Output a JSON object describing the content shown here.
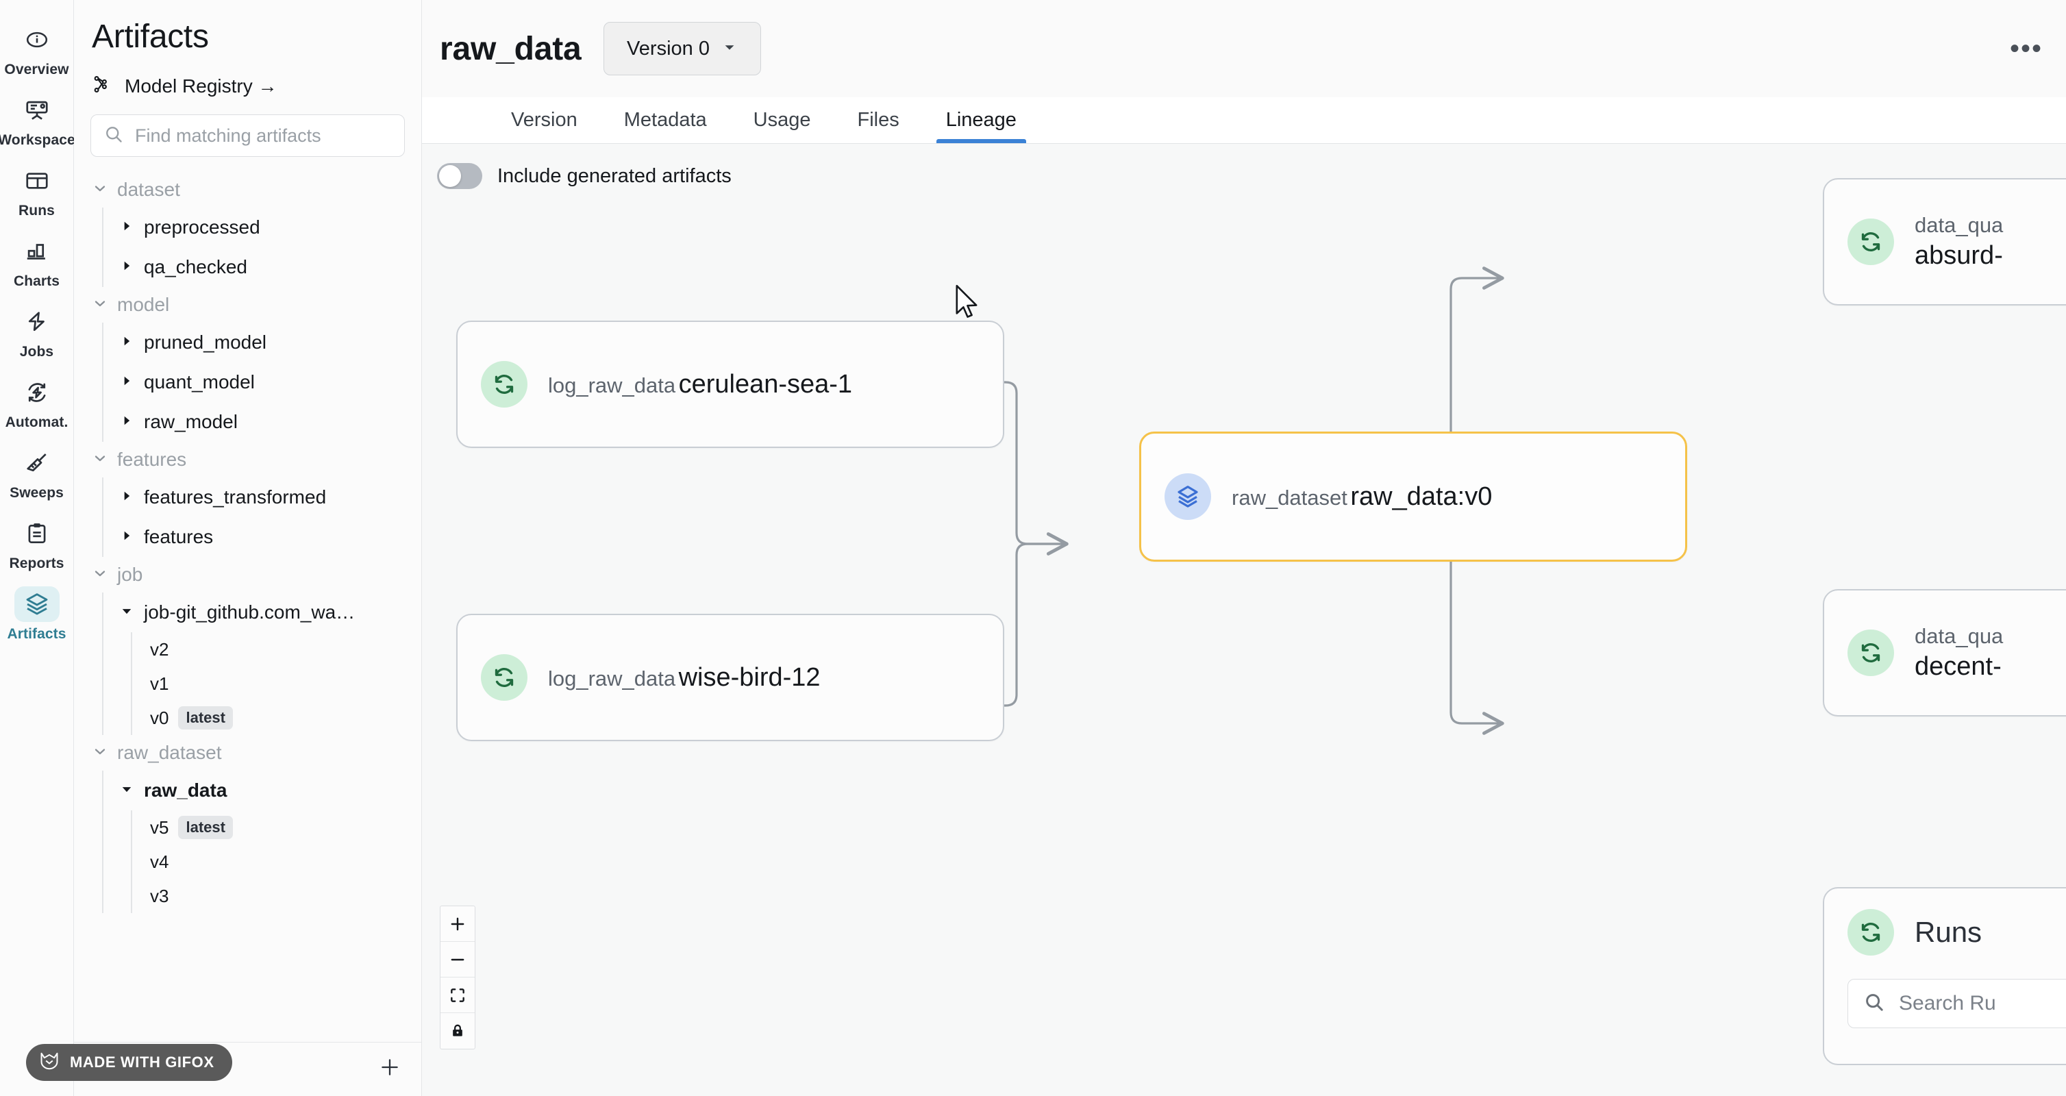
{
  "rail": {
    "items": [
      {
        "label": "Overview",
        "icon": "info-circle-icon",
        "active": false
      },
      {
        "label": "Workspace",
        "icon": "workspace-icon",
        "active": false
      },
      {
        "label": "Runs",
        "icon": "table-icon",
        "active": false
      },
      {
        "label": "Charts",
        "icon": "bar-chart-icon",
        "active": false
      },
      {
        "label": "Jobs",
        "icon": "bolt-icon",
        "active": false
      },
      {
        "label": "Automat.",
        "icon": "automation-icon",
        "active": false
      },
      {
        "label": "Sweeps",
        "icon": "broom-icon",
        "active": false
      },
      {
        "label": "Reports",
        "icon": "clipboard-icon",
        "active": false
      },
      {
        "label": "Artifacts",
        "icon": "layers-icon",
        "active": true
      }
    ]
  },
  "sidebar": {
    "title": "Artifacts",
    "registry_link": "Model Registry →",
    "registry_icon": "model-registry-icon",
    "search": {
      "placeholder": "Find matching artifacts",
      "value": "",
      "icon": "search-icon"
    },
    "add_button_icon": "plus-icon",
    "groups": [
      {
        "label": "dataset",
        "expanded": true,
        "items": [
          {
            "label": "preprocessed",
            "expanded": false,
            "selected": false,
            "versions": []
          },
          {
            "label": "qa_checked",
            "expanded": false,
            "selected": false,
            "versions": []
          }
        ]
      },
      {
        "label": "model",
        "expanded": true,
        "items": [
          {
            "label": "pruned_model",
            "expanded": false,
            "selected": false,
            "versions": []
          },
          {
            "label": "quant_model",
            "expanded": false,
            "selected": false,
            "versions": []
          },
          {
            "label": "raw_model",
            "expanded": false,
            "selected": false,
            "versions": []
          }
        ]
      },
      {
        "label": "features",
        "expanded": true,
        "items": [
          {
            "label": "features_transformed",
            "expanded": false,
            "selected": false,
            "versions": []
          },
          {
            "label": "features",
            "expanded": false,
            "selected": false,
            "versions": []
          }
        ]
      },
      {
        "label": "job",
        "expanded": true,
        "items": [
          {
            "label": "job-git_github.com_wa…",
            "expanded": true,
            "selected": false,
            "versions": [
              {
                "label": "v2",
                "tag": ""
              },
              {
                "label": "v1",
                "tag": ""
              },
              {
                "label": "v0",
                "tag": "latest"
              }
            ]
          }
        ]
      },
      {
        "label": "raw_dataset",
        "expanded": true,
        "items": [
          {
            "label": "raw_data",
            "expanded": true,
            "selected": true,
            "versions": [
              {
                "label": "v5",
                "tag": "latest"
              },
              {
                "label": "v4",
                "tag": ""
              },
              {
                "label": "v3",
                "tag": ""
              }
            ]
          }
        ]
      }
    ]
  },
  "header": {
    "artifact_name": "raw_data",
    "version_select": {
      "label": "Version 0",
      "caret_icon": "chevron-down-icon"
    },
    "overflow_menu_icon": "ellipsis-icon",
    "overflow_menu_label": "•••"
  },
  "tabs": {
    "items": [
      {
        "label": "Version",
        "active": false
      },
      {
        "label": "Metadata",
        "active": false
      },
      {
        "label": "Usage",
        "active": false
      },
      {
        "label": "Files",
        "active": false
      },
      {
        "label": "Lineage",
        "active": true
      }
    ],
    "active_color": "#3b82d6"
  },
  "lineage": {
    "toggle": {
      "label": "Include generated artifacts",
      "on": false
    },
    "nodes": [
      {
        "id": "run-cerulean",
        "kind": "run",
        "icon": "run-refresh-icon",
        "sub": "log_raw_data",
        "name": "cerulean-sea-1",
        "highlight": false
      },
      {
        "id": "run-wisebird",
        "kind": "run",
        "icon": "run-refresh-icon",
        "sub": "log_raw_data",
        "name": "wise-bird-12",
        "highlight": false
      },
      {
        "id": "art-rawdata",
        "kind": "artifact",
        "icon": "layers-icon",
        "sub": "raw_dataset",
        "name": "raw_data:v0",
        "highlight": true
      },
      {
        "id": "run-absurd",
        "kind": "run",
        "icon": "run-refresh-icon",
        "sub": "data_qua",
        "name": "absurd-",
        "highlight": false
      },
      {
        "id": "run-decent",
        "kind": "run",
        "icon": "run-refresh-icon",
        "sub": "data_qua",
        "name": "decent-",
        "highlight": false
      }
    ],
    "runs_panel": {
      "title": "Runs",
      "icon": "run-refresh-icon",
      "search_placeholder": "Search Ru",
      "search_icon": "search-icon"
    },
    "controls": [
      {
        "icon": "zoom-in-icon",
        "label": "+"
      },
      {
        "icon": "zoom-out-icon",
        "label": "−"
      },
      {
        "icon": "fit-view-icon",
        "label": ""
      },
      {
        "icon": "lock-icon",
        "label": ""
      }
    ],
    "colors": {
      "highlight_border": "#f5c249",
      "node_border": "#c9ced4",
      "edge": "#949ba2",
      "run_icon_bg": "#cdeed7",
      "run_icon_fg": "#1f6b3e",
      "artifact_icon_bg": "#ccdcf7",
      "artifact_icon_fg": "#3b6fd4"
    }
  },
  "watermark": {
    "text": "MADE WITH GIFOX",
    "icon": "fox-icon"
  }
}
